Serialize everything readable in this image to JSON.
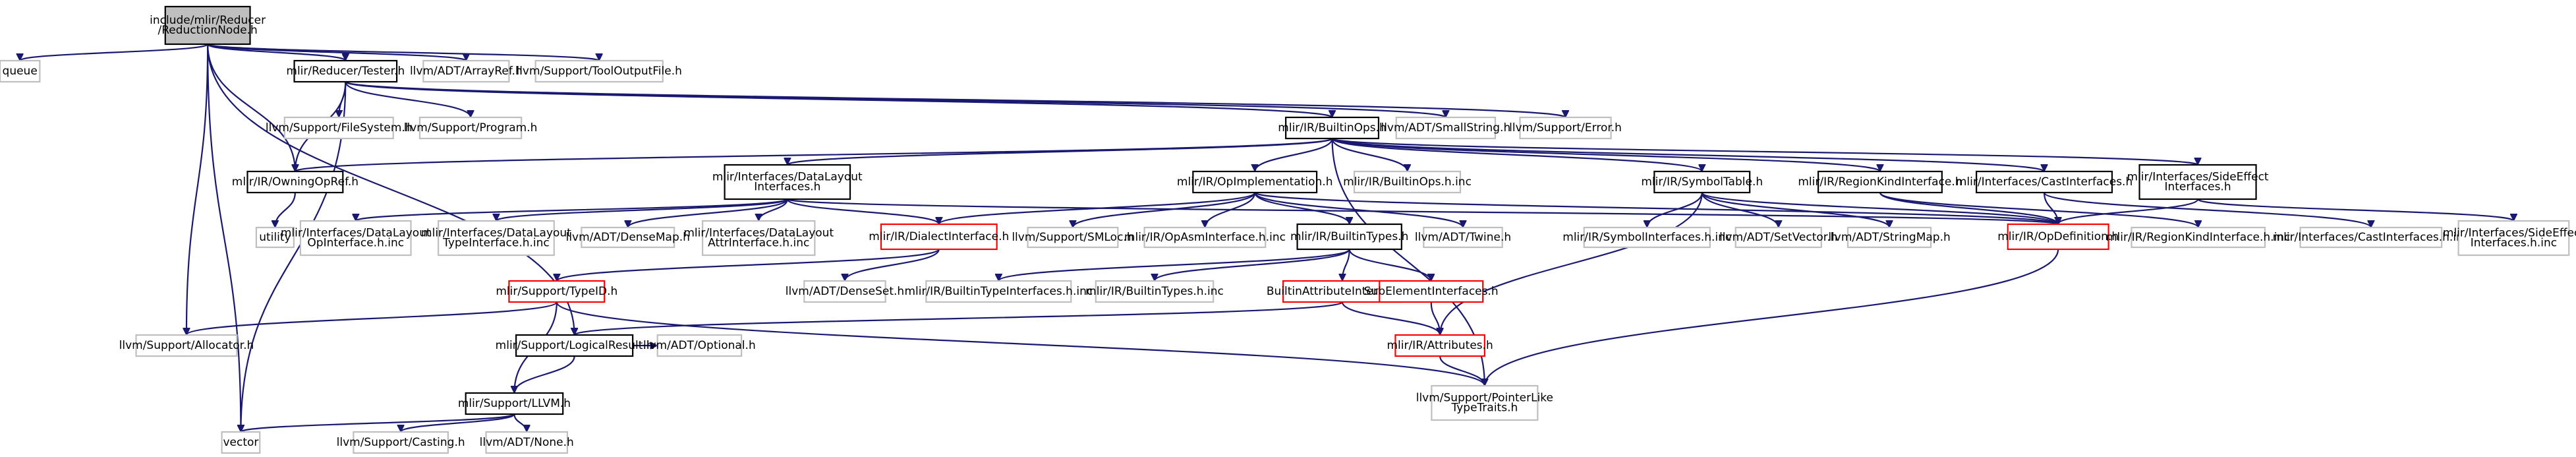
{
  "colors": {
    "edge": "#191970",
    "border_default": "#000000",
    "border_missing": "#bfbfbf",
    "border_truncated": "#ff0000",
    "fill_default": "#ffffff",
    "fill_root": "#bfbfbf"
  },
  "nodes": [
    {
      "id": "root",
      "lines": [
        "include/mlir/Reducer",
        "/ReductionNode.h"
      ],
      "style": "root"
    },
    {
      "id": "queue",
      "lines": [
        "queue"
      ],
      "style": "missing"
    },
    {
      "id": "tester",
      "lines": [
        "mlir/Reducer/Tester.h"
      ],
      "style": "default"
    },
    {
      "id": "arrayref",
      "lines": [
        "llvm/ADT/ArrayRef.h"
      ],
      "style": "missing"
    },
    {
      "id": "tooloutput",
      "lines": [
        "llvm/Support/ToolOutputFile.h"
      ],
      "style": "missing"
    },
    {
      "id": "filesystem",
      "lines": [
        "llvm/Support/FileSystem.h"
      ],
      "style": "missing"
    },
    {
      "id": "program",
      "lines": [
        "llvm/Support/Program.h"
      ],
      "style": "missing"
    },
    {
      "id": "builtinops",
      "lines": [
        "mlir/IR/BuiltinOps.h"
      ],
      "style": "default"
    },
    {
      "id": "smallstring",
      "lines": [
        "llvm/ADT/SmallString.h"
      ],
      "style": "missing"
    },
    {
      "id": "error",
      "lines": [
        "llvm/Support/Error.h"
      ],
      "style": "missing"
    },
    {
      "id": "owningopref",
      "lines": [
        "mlir/IR/OwningOpRef.h"
      ],
      "style": "default"
    },
    {
      "id": "dlinterfaces",
      "lines": [
        "mlir/Interfaces/DataLayout",
        "Interfaces.h"
      ],
      "style": "default"
    },
    {
      "id": "opimpl",
      "lines": [
        "mlir/IR/OpImplementation.h"
      ],
      "style": "default"
    },
    {
      "id": "builtinopsinc",
      "lines": [
        "mlir/IR/BuiltinOps.h.inc"
      ],
      "style": "missing"
    },
    {
      "id": "symboltable",
      "lines": [
        "mlir/IR/SymbolTable.h"
      ],
      "style": "default"
    },
    {
      "id": "regionkind",
      "lines": [
        "mlir/IR/RegionKindInterface.h"
      ],
      "style": "default"
    },
    {
      "id": "castinterfaces",
      "lines": [
        "mlir/Interfaces/CastInterfaces.h"
      ],
      "style": "default"
    },
    {
      "id": "sideeffect",
      "lines": [
        "mlir/Interfaces/SideEffect",
        "Interfaces.h"
      ],
      "style": "default"
    },
    {
      "id": "utility",
      "lines": [
        "utility"
      ],
      "style": "missing"
    },
    {
      "id": "dlopinc",
      "lines": [
        "mlir/Interfaces/DataLayout",
        "OpInterface.h.inc"
      ],
      "style": "missing"
    },
    {
      "id": "dltypeinc",
      "lines": [
        "mlir/Interfaces/DataLayout",
        "TypeInterface.h.inc"
      ],
      "style": "missing"
    },
    {
      "id": "densemap",
      "lines": [
        "llvm/ADT/DenseMap.h"
      ],
      "style": "missing"
    },
    {
      "id": "dlattrinc",
      "lines": [
        "mlir/Interfaces/DataLayout",
        "AttrInterface.h.inc"
      ],
      "style": "missing"
    },
    {
      "id": "dialectinterface",
      "lines": [
        "mlir/IR/DialectInterface.h"
      ],
      "style": "truncated"
    },
    {
      "id": "smloc",
      "lines": [
        "llvm/Support/SMLoc.h"
      ],
      "style": "missing"
    },
    {
      "id": "opasminc",
      "lines": [
        "mlir/IR/OpAsmInterface.h.inc"
      ],
      "style": "missing"
    },
    {
      "id": "builtintypes",
      "lines": [
        "mlir/IR/BuiltinTypes.h"
      ],
      "style": "default"
    },
    {
      "id": "twine",
      "lines": [
        "llvm/ADT/Twine.h"
      ],
      "style": "missing"
    },
    {
      "id": "symbolinc",
      "lines": [
        "mlir/IR/SymbolInterfaces.h.inc"
      ],
      "style": "missing"
    },
    {
      "id": "setvector",
      "lines": [
        "llvm/ADT/SetVector.h"
      ],
      "style": "missing"
    },
    {
      "id": "stringmap",
      "lines": [
        "llvm/ADT/StringMap.h"
      ],
      "style": "missing"
    },
    {
      "id": "opdefinition",
      "lines": [
        "mlir/IR/OpDefinition.h"
      ],
      "style": "truncated"
    },
    {
      "id": "regionkindinc",
      "lines": [
        "mlir/IR/RegionKindInterface.h.inc"
      ],
      "style": "missing"
    },
    {
      "id": "castinc",
      "lines": [
        "mlir/Interfaces/CastInterfaces.h.inc"
      ],
      "style": "missing"
    },
    {
      "id": "sideeffectinc",
      "lines": [
        "mlir/Interfaces/SideEffect",
        "Interfaces.h.inc"
      ],
      "style": "missing"
    },
    {
      "id": "typeid",
      "lines": [
        "mlir/Support/TypeID.h"
      ],
      "style": "truncated"
    },
    {
      "id": "denseset",
      "lines": [
        "llvm/ADT/DenseSet.h"
      ],
      "style": "missing"
    },
    {
      "id": "builtintypeinc",
      "lines": [
        "mlir/IR/BuiltinTypeInterfaces.h.inc"
      ],
      "style": "missing"
    },
    {
      "id": "builtintypesinc",
      "lines": [
        "mlir/IR/BuiltinTypes.h.inc"
      ],
      "style": "missing"
    },
    {
      "id": "builtinattrinterfaces",
      "lines": [
        "BuiltinAttributeInterfaces.h"
      ],
      "style": "truncated"
    },
    {
      "id": "subelement",
      "lines": [
        "SubElementInterfaces.h"
      ],
      "style": "truncated"
    },
    {
      "id": "allocator",
      "lines": [
        "llvm/Support/Allocator.h"
      ],
      "style": "missing"
    },
    {
      "id": "logicalresult",
      "lines": [
        "mlir/Support/LogicalResult.h"
      ],
      "style": "default"
    },
    {
      "id": "attributes",
      "lines": [
        "mlir/IR/Attributes.h"
      ],
      "style": "truncated"
    },
    {
      "id": "optional",
      "lines": [
        "llvm/ADT/Optional.h"
      ],
      "style": "missing"
    },
    {
      "id": "pointerlike",
      "lines": [
        "llvm/Support/PointerLike",
        "TypeTraits.h"
      ],
      "style": "missing"
    },
    {
      "id": "llvmh",
      "lines": [
        "mlir/Support/LLVM.h"
      ],
      "style": "default"
    },
    {
      "id": "vector",
      "lines": [
        "vector"
      ],
      "style": "missing"
    },
    {
      "id": "casting",
      "lines": [
        "llvm/Support/Casting.h"
      ],
      "style": "missing"
    },
    {
      "id": "none",
      "lines": [
        "llvm/ADT/None.h"
      ],
      "style": "missing"
    }
  ],
  "edges": [
    [
      "root",
      "queue"
    ],
    [
      "root",
      "tester"
    ],
    [
      "root",
      "arrayref"
    ],
    [
      "root",
      "tooloutput"
    ],
    [
      "root",
      "owningopref"
    ],
    [
      "root",
      "allocator"
    ],
    [
      "root",
      "logicalresult"
    ],
    [
      "root",
      "vector"
    ],
    [
      "tester",
      "filesystem"
    ],
    [
      "tester",
      "program"
    ],
    [
      "tester",
      "builtinops"
    ],
    [
      "tester",
      "smallstring"
    ],
    [
      "tester",
      "error"
    ],
    [
      "tester",
      "owningopref"
    ],
    [
      "tester",
      "vector"
    ],
    [
      "builtinops",
      "owningopref"
    ],
    [
      "builtinops",
      "dlinterfaces"
    ],
    [
      "builtinops",
      "opimpl"
    ],
    [
      "builtinops",
      "builtinopsinc"
    ],
    [
      "builtinops",
      "symboltable"
    ],
    [
      "builtinops",
      "regionkind"
    ],
    [
      "builtinops",
      "castinterfaces"
    ],
    [
      "builtinops",
      "sideeffect"
    ],
    [
      "builtinops",
      "pointerlike"
    ],
    [
      "owningopref",
      "utility"
    ],
    [
      "dlinterfaces",
      "dlopinc"
    ],
    [
      "dlinterfaces",
      "dltypeinc"
    ],
    [
      "dlinterfaces",
      "densemap"
    ],
    [
      "dlinterfaces",
      "dlattrinc"
    ],
    [
      "dlinterfaces",
      "dialectinterface"
    ],
    [
      "dlinterfaces",
      "opdefinition"
    ],
    [
      "opimpl",
      "dialectinterface"
    ],
    [
      "opimpl",
      "smloc"
    ],
    [
      "opimpl",
      "opasminc"
    ],
    [
      "opimpl",
      "builtintypes"
    ],
    [
      "opimpl",
      "twine"
    ],
    [
      "opimpl",
      "opdefinition"
    ],
    [
      "symboltable",
      "symbolinc"
    ],
    [
      "symboltable",
      "setvector"
    ],
    [
      "symboltable",
      "stringmap"
    ],
    [
      "symboltable",
      "opdefinition"
    ],
    [
      "symboltable",
      "attributes"
    ],
    [
      "regionkind",
      "opdefinition"
    ],
    [
      "regionkind",
      "regionkindinc"
    ],
    [
      "castinterfaces",
      "opdefinition"
    ],
    [
      "castinterfaces",
      "castinc"
    ],
    [
      "sideeffect",
      "opdefinition"
    ],
    [
      "sideeffect",
      "sideeffectinc"
    ],
    [
      "dialectinterface",
      "typeid"
    ],
    [
      "dialectinterface",
      "denseset"
    ],
    [
      "builtintypes",
      "builtintypeinc"
    ],
    [
      "builtintypes",
      "builtintypesinc"
    ],
    [
      "builtintypes",
      "builtinattrinterfaces"
    ],
    [
      "builtintypes",
      "subelement"
    ],
    [
      "opdefinition",
      "pointerlike"
    ],
    [
      "typeid",
      "allocator"
    ],
    [
      "typeid",
      "llvmh"
    ],
    [
      "typeid",
      "pointerlike"
    ],
    [
      "builtinattrinterfaces",
      "logicalresult"
    ],
    [
      "builtinattrinterfaces",
      "attributes"
    ],
    [
      "subelement",
      "attributes"
    ],
    [
      "logicalresult",
      "optional"
    ],
    [
      "logicalresult",
      "llvmh"
    ],
    [
      "attributes",
      "pointerlike"
    ],
    [
      "llvmh",
      "vector"
    ],
    [
      "llvmh",
      "casting"
    ],
    [
      "llvmh",
      "none"
    ]
  ]
}
